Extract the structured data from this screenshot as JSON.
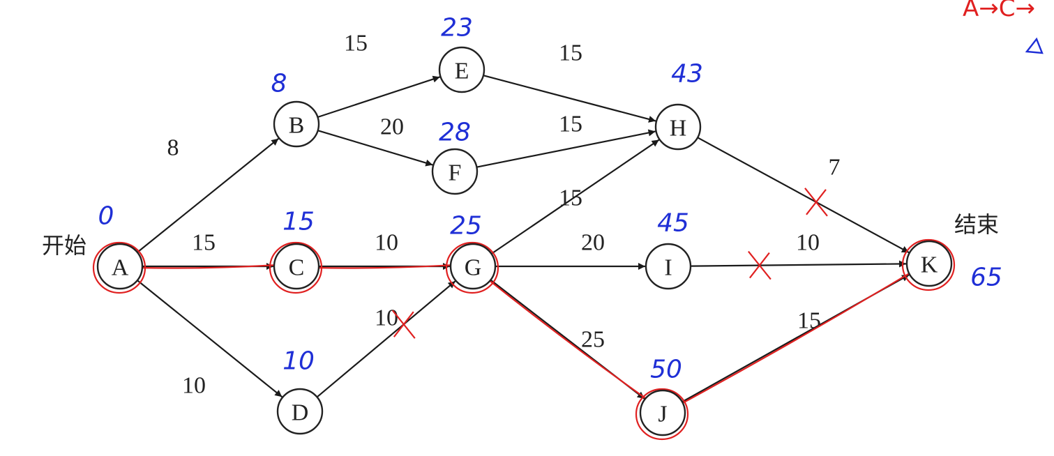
{
  "labels": {
    "start": "开始",
    "end": "结束"
  },
  "nodes": [
    {
      "id": "A",
      "label": "A",
      "est": "0"
    },
    {
      "id": "B",
      "label": "B",
      "est": "8"
    },
    {
      "id": "C",
      "label": "C",
      "est": "15"
    },
    {
      "id": "D",
      "label": "D",
      "est": "10"
    },
    {
      "id": "E",
      "label": "E",
      "est": "23"
    },
    {
      "id": "F",
      "label": "F",
      "est": "28"
    },
    {
      "id": "G",
      "label": "G",
      "est": "25"
    },
    {
      "id": "H",
      "label": "H",
      "est": "43"
    },
    {
      "id": "I",
      "label": "I",
      "est": "45"
    },
    {
      "id": "J",
      "label": "J",
      "est": "50"
    },
    {
      "id": "K",
      "label": "K",
      "est": "65"
    }
  ],
  "edges": [
    {
      "from": "A",
      "to": "B",
      "weight": "8"
    },
    {
      "from": "A",
      "to": "C",
      "weight": "15"
    },
    {
      "from": "A",
      "to": "D",
      "weight": "10"
    },
    {
      "from": "B",
      "to": "E",
      "weight": "15"
    },
    {
      "from": "B",
      "to": "F",
      "weight": "20"
    },
    {
      "from": "C",
      "to": "G",
      "weight": "10"
    },
    {
      "from": "D",
      "to": "G",
      "weight": "10"
    },
    {
      "from": "E",
      "to": "H",
      "weight": "15"
    },
    {
      "from": "F",
      "to": "H",
      "weight": "15"
    },
    {
      "from": "G",
      "to": "H",
      "weight": "15"
    },
    {
      "from": "G",
      "to": "I",
      "weight": "20"
    },
    {
      "from": "G",
      "to": "J",
      "weight": "25"
    },
    {
      "from": "H",
      "to": "K",
      "weight": "7"
    },
    {
      "from": "I",
      "to": "K",
      "weight": "10"
    },
    {
      "from": "J",
      "to": "K",
      "weight": "15"
    }
  ],
  "critical_path": [
    "A",
    "C",
    "G",
    "J",
    "K"
  ],
  "crossed_edges": [
    "D-G",
    "H-K",
    "I-K"
  ],
  "corner_note": "A→C→",
  "colors": {
    "ink": "#1a1a1a",
    "annotation_blue": "#1f2fd6",
    "annotation_red": "#e02020"
  }
}
